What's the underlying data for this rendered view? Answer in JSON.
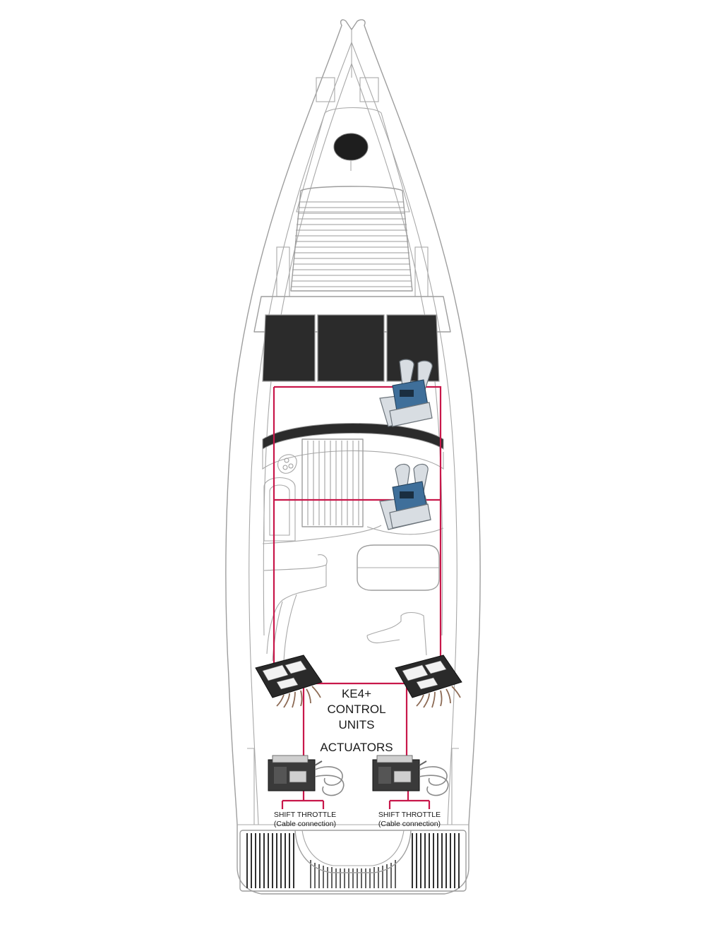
{
  "labels": {
    "control_units_line1": "KE4+",
    "control_units_line2": "CONTROL",
    "control_units_line3": "UNITS",
    "actuators": "ACTUATORS",
    "left_shift_throttle": "SHIFT THROTTLE",
    "left_cable_connection": "(Cable connection)",
    "right_shift_throttle": "SHIFT THROTTLE",
    "right_cable_connection": "(Cable connection)"
  },
  "colors": {
    "wiring": "#c8174a",
    "hull_outline": "#9e9e9e",
    "dark_panels": "#2b2b2b"
  },
  "icons": {
    "control_lever": "dual-lever-throttle-icon",
    "control_unit": "electronic-control-unit-icon",
    "actuator": "actuator-box-icon"
  }
}
